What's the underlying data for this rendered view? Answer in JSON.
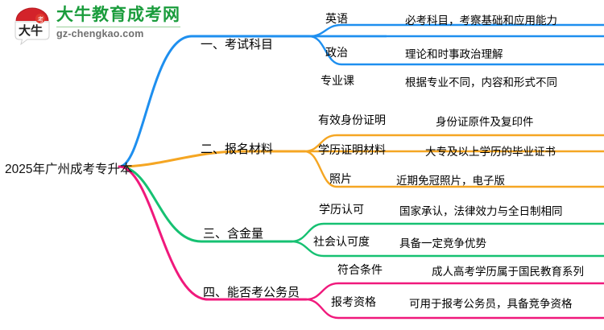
{
  "watermark": {
    "brand_cn": "大牛教育成考网",
    "brand_url": "gz-chengkao.com",
    "mark_text": "大牛",
    "brand_color": "#1a9c3c",
    "mark_color": "#d3232a"
  },
  "mindmap": {
    "root": "2025年广州成考专升本",
    "colors": {
      "branch1": "#1e8fef",
      "branch2": "#f5a623",
      "branch3": "#16c172",
      "branch4": "#f0197c"
    },
    "branches": [
      {
        "label": "一、考试科目",
        "color": "#1e8fef",
        "items": [
          {
            "label": "英语",
            "detail": "必考科目，考察基础和应用能力"
          },
          {
            "label": "政治",
            "detail": "理论和时事政治理解"
          },
          {
            "label": "专业课",
            "detail": "根据专业不同，内容和形式不同"
          }
        ]
      },
      {
        "label": "二、报名材料",
        "color": "#f5a623",
        "items": [
          {
            "label": "有效身份证明",
            "detail": "身份证原件及复印件"
          },
          {
            "label": "学历证明材料",
            "detail": "大专及以上学历的毕业证书"
          },
          {
            "label": "照片",
            "detail": "近期免冠照片，电子版"
          }
        ]
      },
      {
        "label": "三、含金量",
        "color": "#16c172",
        "items": [
          {
            "label": "学历认可",
            "detail": "国家承认，法律效力与全日制相同"
          },
          {
            "label": "社会认可度",
            "detail": "具备一定竞争优势"
          }
        ]
      },
      {
        "label": "四、能否考公务员",
        "color": "#f0197c",
        "items": [
          {
            "label": "符合条件",
            "detail": "成人高考学历属于国民教育系列"
          },
          {
            "label": "报考资格",
            "detail": "可用于报考公务员，具备竞争资格"
          }
        ]
      }
    ]
  }
}
